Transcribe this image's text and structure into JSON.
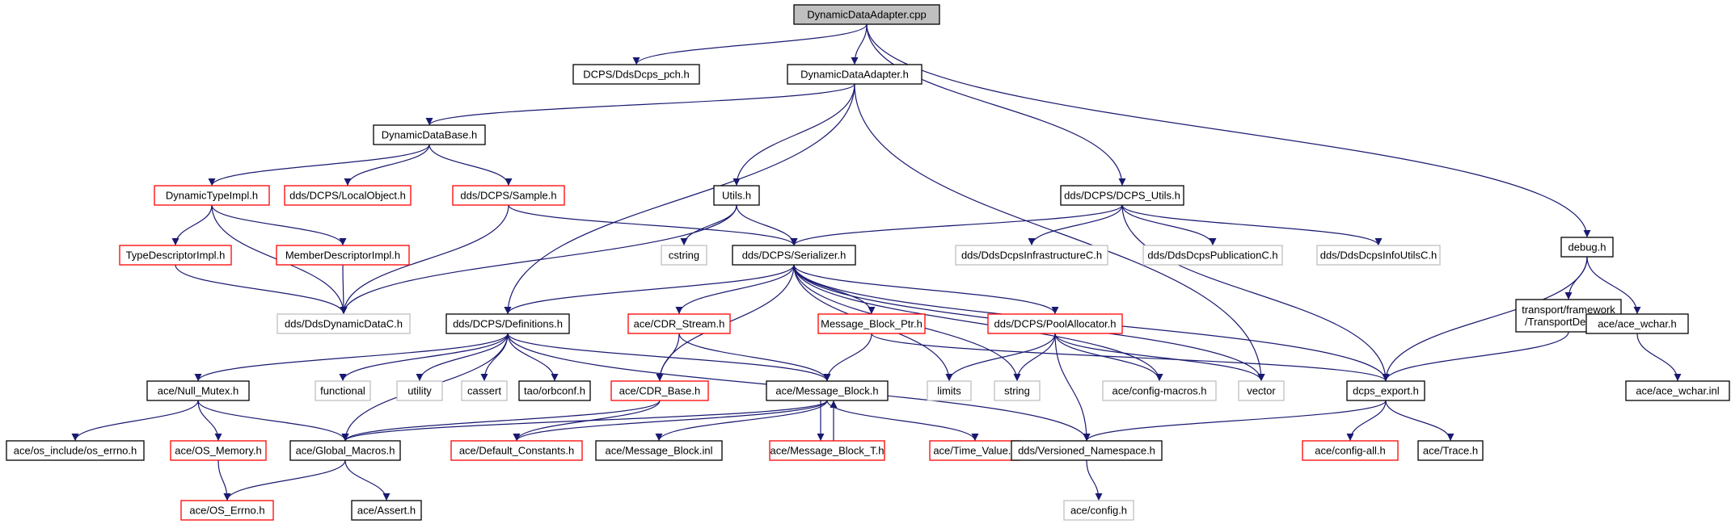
{
  "title": "DynamicDataAdapter.cpp",
  "colors": {
    "edge": "#191970",
    "border_documented": "#000000",
    "border_truncated": "#ff0000",
    "border_external": "#bfbfbf",
    "root_fill": "#bfbfbf",
    "node_fill": "#ffffff"
  },
  "nodes": [
    {
      "id": "root",
      "label": "DynamicDataAdapter.cpp",
      "kind": "root"
    },
    {
      "id": "pch",
      "label": "DCPS/DdsDcps_pch.h",
      "kind": "documented"
    },
    {
      "id": "dda_h",
      "label": "DynamicDataAdapter.h",
      "kind": "documented"
    },
    {
      "id": "dcps_utils",
      "label": "dds/DCPS/DCPS_Utils.h",
      "kind": "documented"
    },
    {
      "id": "debug",
      "label": "debug.h",
      "kind": "documented"
    },
    {
      "id": "ddb",
      "label": "DynamicDataBase.h",
      "kind": "documented"
    },
    {
      "id": "dti",
      "label": "DynamicTypeImpl.h",
      "kind": "truncated"
    },
    {
      "id": "localobj",
      "label": "dds/DCPS/LocalObject.h",
      "kind": "truncated"
    },
    {
      "id": "sample",
      "label": "dds/DCPS/Sample.h",
      "kind": "truncated"
    },
    {
      "id": "utils",
      "label": "Utils.h",
      "kind": "documented"
    },
    {
      "id": "tdi",
      "label": "TypeDescriptorImpl.h",
      "kind": "truncated"
    },
    {
      "id": "mdi",
      "label": "MemberDescriptorImpl.h",
      "kind": "truncated"
    },
    {
      "id": "cstring",
      "label": "cstring",
      "kind": "external"
    },
    {
      "id": "serializer",
      "label": "dds/DCPS/Serializer.h",
      "kind": "documented"
    },
    {
      "id": "infra",
      "label": "dds/DdsDcpsInfrastructureC.h",
      "kind": "external"
    },
    {
      "id": "pub",
      "label": "dds/DdsDcpsPublicationC.h",
      "kind": "external"
    },
    {
      "id": "infoutils",
      "label": "dds/DdsDcpsInfoUtilsC.h",
      "kind": "external"
    },
    {
      "id": "ddync",
      "label": "dds/DdsDynamicDataC.h",
      "kind": "external"
    },
    {
      "id": "defs",
      "label": "dds/DCPS/Definitions.h",
      "kind": "documented"
    },
    {
      "id": "cdrstream",
      "label": "ace/CDR_Stream.h",
      "kind": "truncated"
    },
    {
      "id": "mbptr",
      "label": "Message_Block_Ptr.h",
      "kind": "truncated"
    },
    {
      "id": "poolalloc",
      "label": "dds/DCPS/PoolAllocator.h",
      "kind": "truncated"
    },
    {
      "id": "tdebug",
      "label": "transport/framework\n/TransportDebug.h",
      "kind": "documented"
    },
    {
      "id": "acewchar",
      "label": "ace/ace_wchar.h",
      "kind": "documented"
    },
    {
      "id": "nullmutex",
      "label": "ace/Null_Mutex.h",
      "kind": "documented"
    },
    {
      "id": "functional",
      "label": "functional",
      "kind": "external"
    },
    {
      "id": "utility",
      "label": "utility",
      "kind": "external"
    },
    {
      "id": "cassert",
      "label": "cassert",
      "kind": "external"
    },
    {
      "id": "orbconf",
      "label": "tao/orbconf.h",
      "kind": "documented"
    },
    {
      "id": "cdrbase",
      "label": "ace/CDR_Base.h",
      "kind": "truncated"
    },
    {
      "id": "msgblock",
      "label": "ace/Message_Block.h",
      "kind": "documented"
    },
    {
      "id": "limits",
      "label": "limits",
      "kind": "external"
    },
    {
      "id": "string",
      "label": "string",
      "kind": "external"
    },
    {
      "id": "cfgmacros",
      "label": "ace/config-macros.h",
      "kind": "external"
    },
    {
      "id": "vector",
      "label": "vector",
      "kind": "external"
    },
    {
      "id": "dcpsexport",
      "label": "dcps_export.h",
      "kind": "documented"
    },
    {
      "id": "acewcharinl",
      "label": "ace/ace_wchar.inl",
      "kind": "documented"
    },
    {
      "id": "oserrno_inc",
      "label": "ace/os_include/os_errno.h",
      "kind": "documented"
    },
    {
      "id": "osmemory",
      "label": "ace/OS_Memory.h",
      "kind": "truncated"
    },
    {
      "id": "globalmacros",
      "label": "ace/Global_Macros.h",
      "kind": "documented"
    },
    {
      "id": "defconst",
      "label": "ace/Default_Constants.h",
      "kind": "truncated"
    },
    {
      "id": "mbinl",
      "label": "ace/Message_Block.inl",
      "kind": "documented"
    },
    {
      "id": "mbt",
      "label": "ace/Message_Block_T.h",
      "kind": "truncated"
    },
    {
      "id": "timevalue",
      "label": "ace/Time_Value.h",
      "kind": "truncated"
    },
    {
      "id": "versioned",
      "label": "dds/Versioned_Namespace.h",
      "kind": "documented"
    },
    {
      "id": "configall",
      "label": "ace/config-all.h",
      "kind": "truncated"
    },
    {
      "id": "trace",
      "label": "ace/Trace.h",
      "kind": "documented"
    },
    {
      "id": "oserrno",
      "label": "ace/OS_Errno.h",
      "kind": "truncated"
    },
    {
      "id": "assert",
      "label": "ace/Assert.h",
      "kind": "documented"
    },
    {
      "id": "config",
      "label": "ace/config.h",
      "kind": "external"
    }
  ],
  "edges": [
    [
      "root",
      "pch"
    ],
    [
      "root",
      "dda_h"
    ],
    [
      "root",
      "dcps_utils"
    ],
    [
      "root",
      "debug"
    ],
    [
      "dda_h",
      "ddb"
    ],
    [
      "dda_h",
      "utils"
    ],
    [
      "dda_h",
      "defs"
    ],
    [
      "dda_h",
      "vector"
    ],
    [
      "ddb",
      "dti"
    ],
    [
      "ddb",
      "localobj"
    ],
    [
      "ddb",
      "sample"
    ],
    [
      "dti",
      "tdi"
    ],
    [
      "dti",
      "mdi"
    ],
    [
      "dti",
      "ddync"
    ],
    [
      "tdi",
      "ddync"
    ],
    [
      "mdi",
      "ddync"
    ],
    [
      "sample",
      "serializer"
    ],
    [
      "sample",
      "ddync"
    ],
    [
      "utils",
      "cstring"
    ],
    [
      "utils",
      "serializer"
    ],
    [
      "utils",
      "ddync"
    ],
    [
      "dcps_utils",
      "serializer"
    ],
    [
      "dcps_utils",
      "infra"
    ],
    [
      "dcps_utils",
      "pub"
    ],
    [
      "dcps_utils",
      "infoutils"
    ],
    [
      "dcps_utils",
      "dcpsexport"
    ],
    [
      "debug",
      "tdebug"
    ],
    [
      "debug",
      "acewchar"
    ],
    [
      "debug",
      "dcpsexport"
    ],
    [
      "tdebug",
      "dcpsexport"
    ],
    [
      "acewchar",
      "acewcharinl"
    ],
    [
      "serializer",
      "defs"
    ],
    [
      "serializer",
      "cdrstream"
    ],
    [
      "serializer",
      "mbptr"
    ],
    [
      "serializer",
      "poolalloc"
    ],
    [
      "serializer",
      "cdrbase"
    ],
    [
      "serializer",
      "limits"
    ],
    [
      "serializer",
      "string"
    ],
    [
      "serializer",
      "cfgmacros"
    ],
    [
      "serializer",
      "vector"
    ],
    [
      "serializer",
      "dcpsexport"
    ],
    [
      "defs",
      "nullmutex"
    ],
    [
      "defs",
      "functional"
    ],
    [
      "defs",
      "utility"
    ],
    [
      "defs",
      "cassert"
    ],
    [
      "defs",
      "orbconf"
    ],
    [
      "defs",
      "globalmacros"
    ],
    [
      "defs",
      "msgblock"
    ],
    [
      "defs",
      "versioned"
    ],
    [
      "cdrstream",
      "cdrbase"
    ],
    [
      "cdrstream",
      "msgblock"
    ],
    [
      "mbptr",
      "msgblock"
    ],
    [
      "mbptr",
      "dcpsexport"
    ],
    [
      "poolalloc",
      "limits"
    ],
    [
      "poolalloc",
      "string"
    ],
    [
      "poolalloc",
      "cfgmacros"
    ],
    [
      "poolalloc",
      "vector"
    ],
    [
      "poolalloc",
      "versioned"
    ],
    [
      "nullmutex",
      "oserrno_inc"
    ],
    [
      "nullmutex",
      "osmemory"
    ],
    [
      "nullmutex",
      "globalmacros"
    ],
    [
      "osmemory",
      "oserrno"
    ],
    [
      "cdrbase",
      "globalmacros"
    ],
    [
      "cdrbase",
      "defconst"
    ],
    [
      "msgblock",
      "globalmacros"
    ],
    [
      "msgblock",
      "defconst"
    ],
    [
      "msgblock",
      "mbinl"
    ],
    [
      "msgblock",
      "mbt"
    ],
    [
      "msgblock",
      "timevalue"
    ],
    [
      "mbt",
      "msgblock"
    ],
    [
      "globalmacros",
      "oserrno"
    ],
    [
      "globalmacros",
      "assert"
    ],
    [
      "dcpsexport",
      "versioned"
    ],
    [
      "dcpsexport",
      "configall"
    ],
    [
      "dcpsexport",
      "trace"
    ],
    [
      "versioned",
      "config"
    ]
  ]
}
